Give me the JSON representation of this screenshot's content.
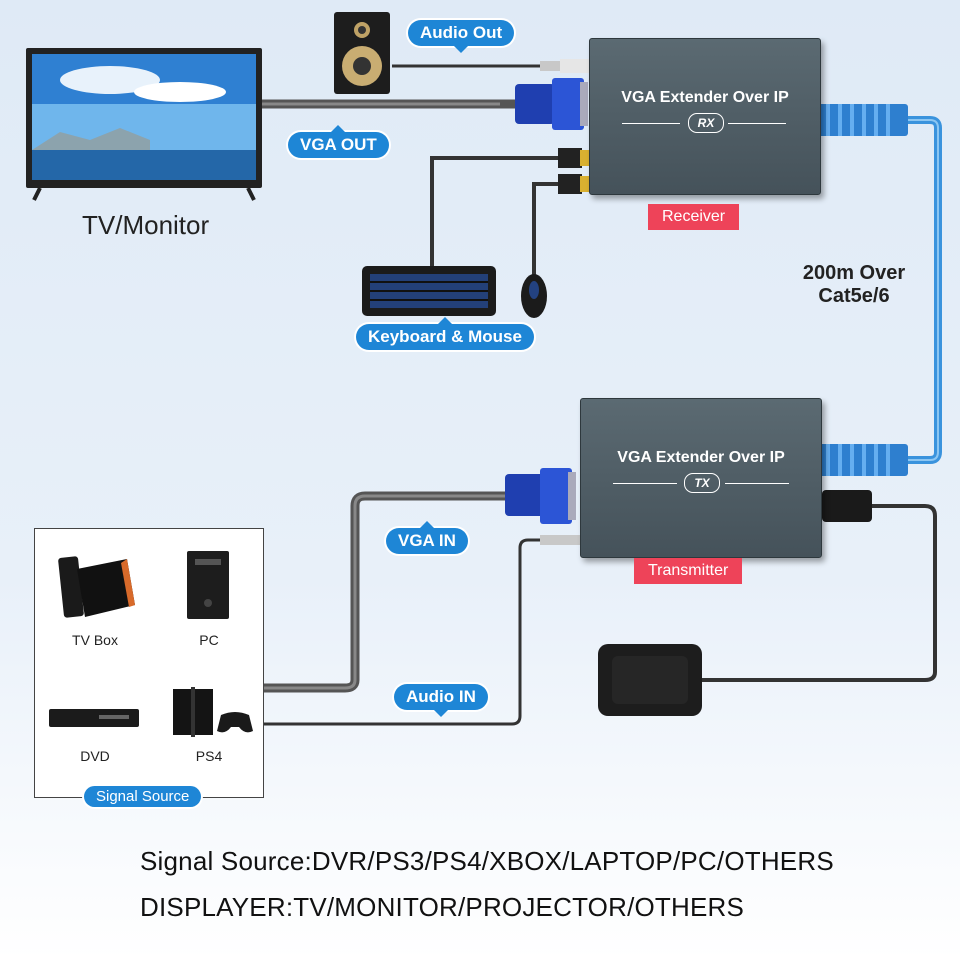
{
  "receiver": {
    "title": "VGA Extender Over IP",
    "tag": "RX",
    "label": "Receiver"
  },
  "transmitter": {
    "title": "VGA Extender Over IP",
    "tag": "TX",
    "label": "Transmitter"
  },
  "labels": {
    "audio_out": "Audio Out",
    "vga_out": "VGA OUT",
    "tv_monitor": "TV/Monitor",
    "keyboard_mouse": "Keyboard & Mouse",
    "cable_line1": "200m Over",
    "cable_line2": "Cat5e/6",
    "vga_in": "VGA IN",
    "audio_in": "Audio IN"
  },
  "signal_source": {
    "title": "Signal Source",
    "items": [
      "TV Box",
      "PC",
      "DVD",
      "PS4"
    ]
  },
  "footer": {
    "line1": "Signal Source:DVR/PS3/PS4/XBOX/LAPTOP/PC/OTHERS",
    "line2": "DISPLAYER:TV/MONITOR/PROJECTOR/OTHERS"
  },
  "colors": {
    "accent": "#1e86d6",
    "tag_red": "#ee4359",
    "device": "#4f5d65",
    "cable_blue": "#3a93dd"
  }
}
